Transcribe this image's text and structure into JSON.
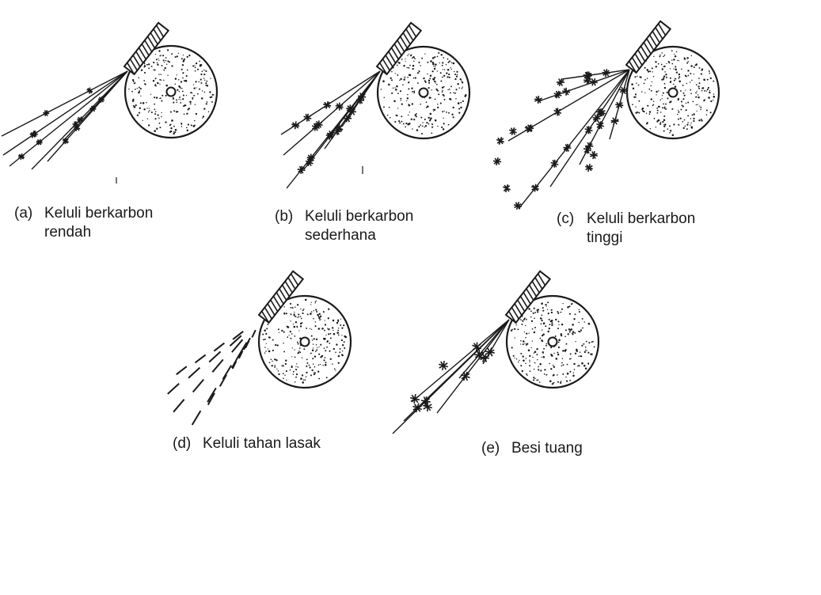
{
  "figures": [
    {
      "id": "a",
      "letter": "(a)",
      "line1": "Keluli berkarbon",
      "line2": "rendah"
    },
    {
      "id": "b",
      "letter": "(b)",
      "line1": "Keluli berkarbon",
      "line2": "sederhana"
    },
    {
      "id": "c",
      "letter": "(c)",
      "line1": "Keluli berkarbon",
      "line2": "tinggi"
    },
    {
      "id": "d",
      "letter": "(d)",
      "line1": "Keluli tahan lasak",
      "line2": ""
    },
    {
      "id": "e",
      "letter": "(e)",
      "line1": "Besi tuang",
      "line2": ""
    }
  ]
}
